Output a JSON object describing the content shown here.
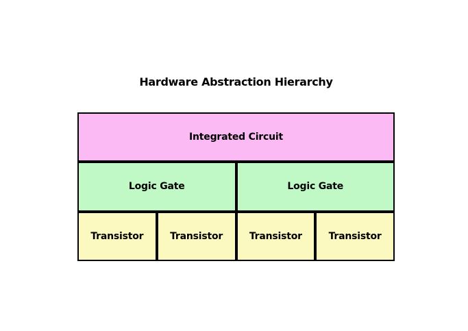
{
  "page": {
    "background_color": "#ffffff",
    "text_color": "#000000"
  },
  "title": {
    "text": "Hardware Abstraction Hierarchy"
  },
  "diagram": {
    "border_color": "#000000",
    "levels": [
      {
        "name": "integrated-circuit-level",
        "color": "#fcbaf5",
        "nodes": [
          {
            "label": "Integrated Circuit"
          }
        ]
      },
      {
        "name": "logic-gate-level",
        "color": "#c0f9c6",
        "nodes": [
          {
            "label": "Logic Gate"
          },
          {
            "label": "Logic Gate"
          }
        ]
      },
      {
        "name": "transistor-level",
        "color": "#fbf9c0",
        "nodes": [
          {
            "label": "Transistor"
          },
          {
            "label": "Transistor"
          },
          {
            "label": "Transistor"
          },
          {
            "label": "Transistor"
          }
        ]
      }
    ]
  }
}
